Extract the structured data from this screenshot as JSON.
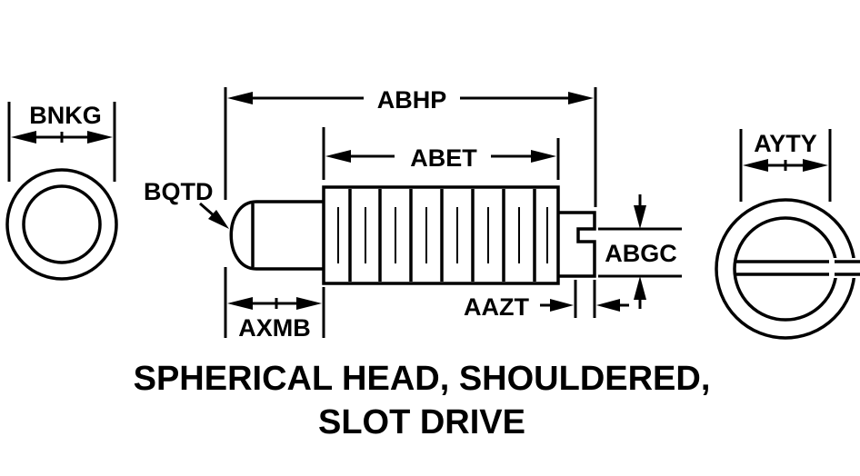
{
  "dimensions": {
    "bnkg": "BNKG",
    "abhp": "ABHP",
    "abet": "ABET",
    "aytY": "AYTY",
    "bqtd": "BQTD",
    "abgc": "ABGC",
    "axmb": "AXMB",
    "aazt": "AAZT"
  },
  "caption": {
    "line1": "SPHERICAL HEAD, SHOULDERED,",
    "line2": "SLOT DRIVE"
  }
}
